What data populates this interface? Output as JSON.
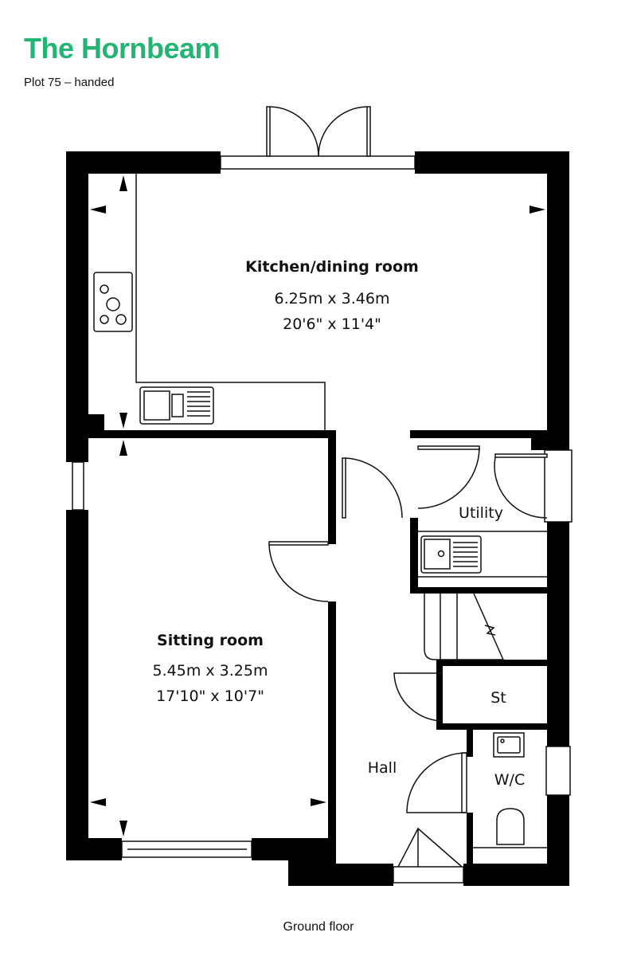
{
  "header": {
    "title": "The Hornbeam",
    "subtitle": "Plot 75 – handed"
  },
  "rooms": {
    "kitchen": {
      "name": "Kitchen/dining room",
      "metric": "6.25m x 3.46m",
      "imperial": "20'6\" x 11'4\""
    },
    "sitting": {
      "name": "Sitting room",
      "metric": "5.45m x 3.25m",
      "imperial": "17'10\" x 10'7\""
    },
    "utility": {
      "name": "Utility"
    },
    "store": {
      "name": "St"
    },
    "hall": {
      "name": "Hall"
    },
    "wc": {
      "name": "W/C"
    }
  },
  "footer": {
    "caption": "Ground floor"
  },
  "colors": {
    "brand": "#22b573",
    "wall": "#000000"
  }
}
